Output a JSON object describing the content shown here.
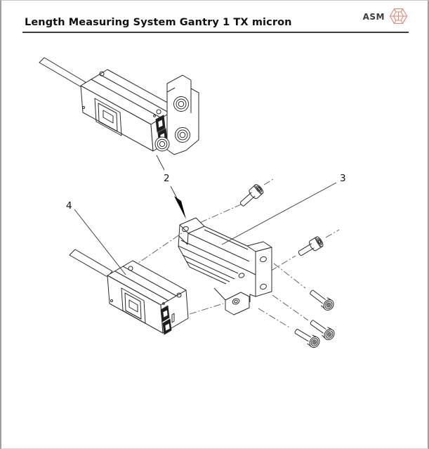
{
  "page": {
    "title": "Length Measuring System Gantry 1 TX micron",
    "brand": {
      "name": "ASM",
      "logo_icon": "asm-cube-icon",
      "logo_color": "#de8a7d"
    }
  },
  "diagram": {
    "type": "exploded-assembly-line-drawing",
    "line_color": "#2a2a2a",
    "centerline_color": "#555555",
    "callouts": {
      "c2": "2",
      "c3": "3",
      "c4": "4"
    }
  }
}
